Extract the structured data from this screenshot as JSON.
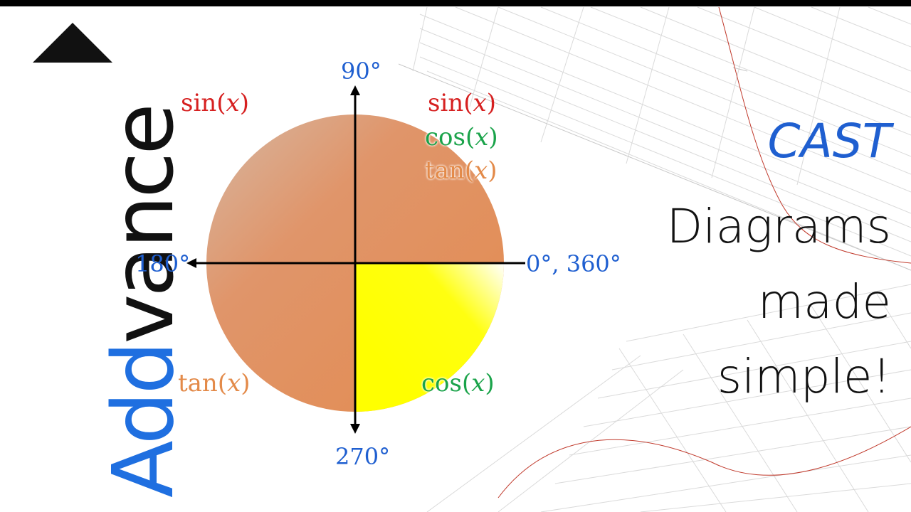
{
  "logo": {
    "part_blue": "Add",
    "part_black": "vance"
  },
  "quadrants": {
    "second": {
      "label": "sin(x)",
      "fn": "sin"
    },
    "first": {
      "fns": [
        "sin",
        "cos",
        "tan"
      ]
    },
    "third": {
      "fn": "tan"
    },
    "fourth": {
      "fn": "cos"
    }
  },
  "angles": {
    "top": "90°",
    "left": "180°",
    "right": "0°, 360°",
    "bottom": "270°"
  },
  "title": {
    "cast": "CAST",
    "lines": [
      "Diagrams",
      "made",
      "simple!"
    ]
  },
  "colors": {
    "sin": "#d62020",
    "cos": "#1aa34a",
    "tan": "#e38a49",
    "axis_labels": "#1f5fd0",
    "circle": "#e39158",
    "highlight": "#ffff00"
  }
}
